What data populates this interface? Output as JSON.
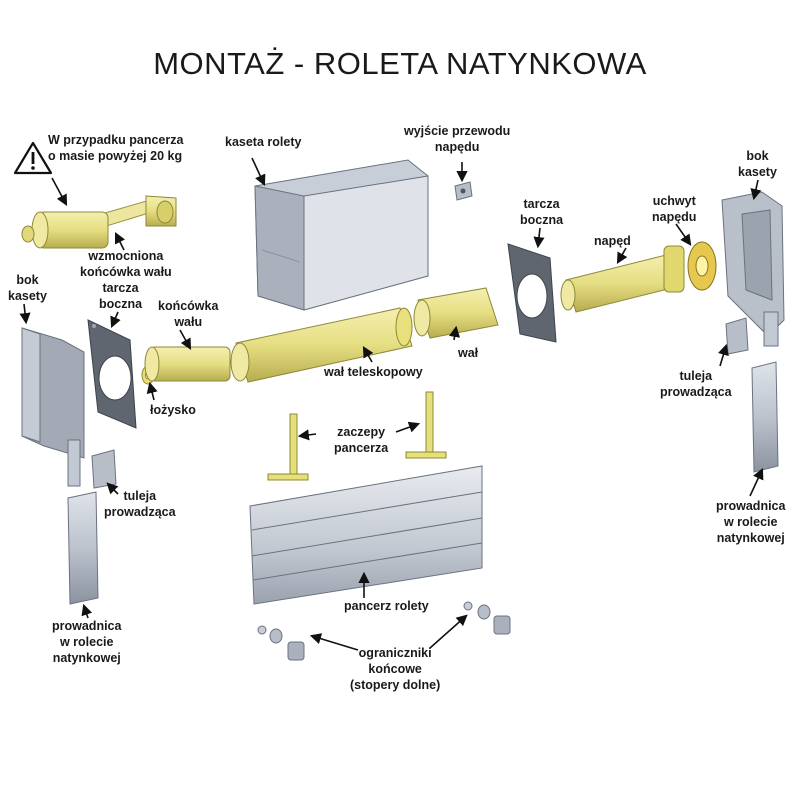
{
  "title": "MONTAŻ - ROLETA NATYNKOWA",
  "warning_icon": "warning-triangle-icon",
  "colors": {
    "shaft_yellow": "#e9e28c",
    "shaft_dark": "#b9b257",
    "metal_grey": "#b5bcc7",
    "metal_dark": "#7e8794",
    "plate_dark": "#5f6670",
    "arrow": "#111111"
  },
  "labels": {
    "warning": [
      "W przypadku pancerza",
      "o masie powyżej 20 kg"
    ],
    "kaseta": [
      "kaseta rolety"
    ],
    "wyjscie": [
      "wyjście przewodu",
      "napędu"
    ],
    "bok_right": [
      "bok",
      "kasety"
    ],
    "tarcza_right": [
      "tarcza",
      "boczna"
    ],
    "uchwyt": [
      "uchwyt",
      "napędu"
    ],
    "naped": [
      "napęd"
    ],
    "wzmocniona": [
      "wzmocniona",
      "końcówka wału"
    ],
    "bok_left": [
      "bok",
      "kasety"
    ],
    "tarcza_left": [
      "tarcza",
      "boczna"
    ],
    "koncowka": [
      "końcówka",
      "wału"
    ],
    "wal": [
      "wał"
    ],
    "wal_teleskopowy": [
      "wał teleskopowy"
    ],
    "lozysko": [
      "łożysko"
    ],
    "tuleja_right": [
      "tuleja",
      "prowadząca"
    ],
    "zaczepy": [
      "zaczepy",
      "pancerza"
    ],
    "tuleja_left": [
      "tuleja",
      "prowadząca"
    ],
    "prowadnica_right": [
      "prowadnica",
      "w rolecie",
      "natynkowej"
    ],
    "pancerz": [
      "pancerz rolety"
    ],
    "prowadnica_left": [
      "prowadnica",
      "w rolecie",
      "natynkowej"
    ],
    "ograniczniki": [
      "ograniczniki",
      "końcowe",
      "(stopery dolne)"
    ]
  }
}
